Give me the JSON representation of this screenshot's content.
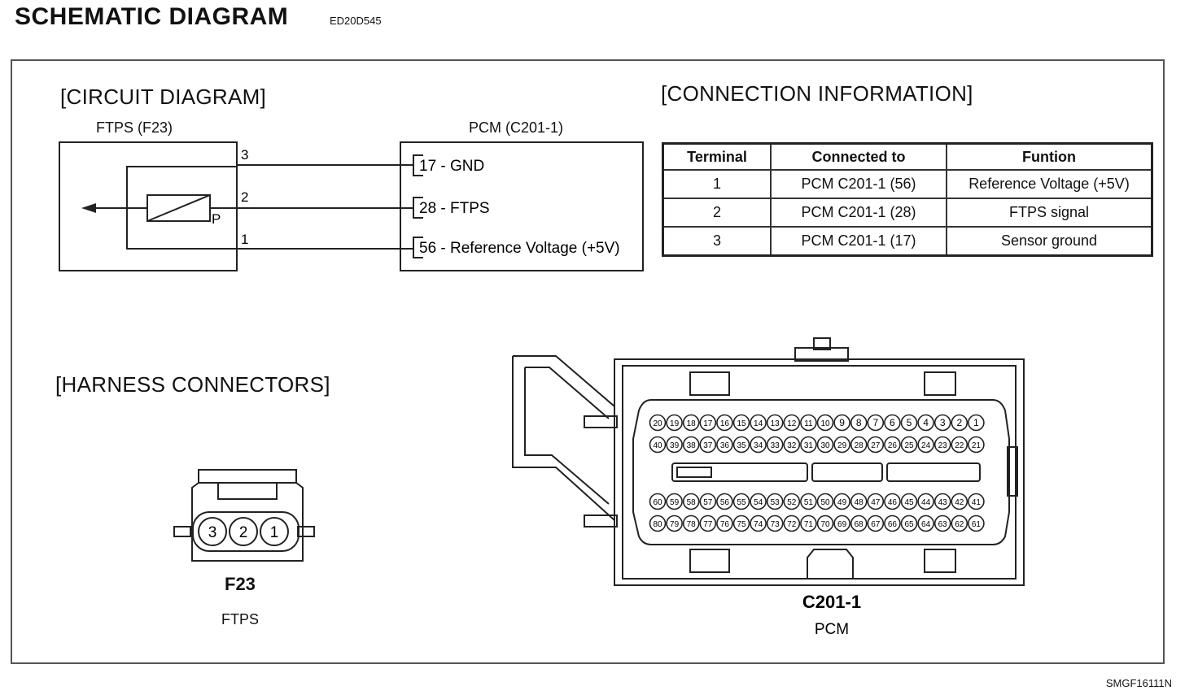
{
  "header": {
    "title": "SCHEMATIC DIAGRAM",
    "code": "ED20D545"
  },
  "circuit": {
    "section_title": "[CIRCUIT DIAGRAM]",
    "sensor_label": "FTPS (F23)",
    "pcm_label": "PCM (C201-1)",
    "sensor_pins": [
      "3",
      "2",
      "1"
    ],
    "pressure_mark": "P",
    "pcm_pins": [
      "17 - GND",
      "28 - FTPS",
      "56 - Reference Voltage (+5V)"
    ]
  },
  "connection": {
    "section_title": "[CONNECTION INFORMATION]",
    "headers": [
      "Terminal",
      "Connected to",
      "Funtion"
    ],
    "rows": [
      [
        "1",
        "PCM C201-1 (56)",
        "Reference Voltage (+5V)"
      ],
      [
        "2",
        "PCM C201-1 (28)",
        "FTPS signal"
      ],
      [
        "3",
        "PCM C201-1 (17)",
        "Sensor ground"
      ]
    ]
  },
  "harness": {
    "section_title": "[HARNESS CONNECTORS]",
    "f23": {
      "code": "F23",
      "name": "FTPS",
      "pins": [
        "3",
        "2",
        "1"
      ]
    },
    "c201": {
      "code": "C201-1",
      "name": "PCM",
      "row1": [
        "20",
        "19",
        "18",
        "17",
        "16",
        "15",
        "14",
        "13",
        "12",
        "11",
        "10",
        "9",
        "8",
        "7",
        "6",
        "5",
        "4",
        "3",
        "2",
        "1"
      ],
      "row2": [
        "40",
        "39",
        "38",
        "37",
        "36",
        "35",
        "34",
        "33",
        "32",
        "31",
        "30",
        "29",
        "28",
        "27",
        "26",
        "25",
        "24",
        "23",
        "22",
        "21"
      ],
      "row3": [
        "60",
        "59",
        "58",
        "57",
        "56",
        "55",
        "54",
        "53",
        "52",
        "51",
        "50",
        "49",
        "48",
        "47",
        "46",
        "45",
        "44",
        "43",
        "42",
        "41"
      ],
      "row4": [
        "80",
        "79",
        "78",
        "77",
        "76",
        "75",
        "74",
        "73",
        "72",
        "71",
        "70",
        "69",
        "68",
        "67",
        "66",
        "65",
        "64",
        "63",
        "62",
        "61"
      ]
    }
  },
  "footer": {
    "code": "SMGF16111N"
  }
}
